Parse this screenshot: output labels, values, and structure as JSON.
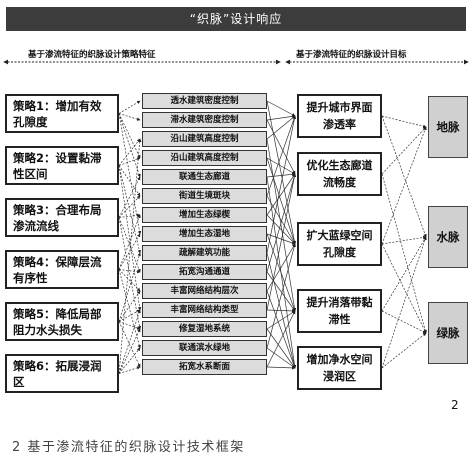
{
  "title": "“织脉”设计响应",
  "header_left": "基于渗流特征的织脉设计策略特征",
  "header_right": "基于渗流特征的织脉设计目标",
  "strategies": [
    "策略1：增加有效孔隙度",
    "策略2：设置黏滞性区间",
    "策略3：合理布局渗流流线",
    "策略4：保障层流有序性",
    "策略5：降低局部阻力水头损失",
    "策略6：拓展浸润区"
  ],
  "measures": [
    "透水建筑密度控制",
    "滞水建筑密度控制",
    "沿山建筑高度控制",
    "沿山建筑高度控制",
    "联通生态廊道",
    "街道生境斑块",
    "增加生态绿楔",
    "增加生态湿地",
    "疏解建筑功能",
    "拓宽沟通通道",
    "丰富网络结构层次",
    "丰富网络结构类型",
    "修复湿地系统",
    "联通滨水绿地",
    "拓宽水系断面"
  ],
  "goals": [
    "提升城市界面渗透率",
    "优化生态廊道流畅度",
    "扩大蓝绿空间孔隙度",
    "提升消落带黏滞性",
    "增加净水空间浸润区"
  ],
  "veins": [
    "地脉",
    "水脉",
    "绿脉"
  ],
  "page_number": "2",
  "caption": "2 基于渗流特征的织脉设计技术框架",
  "colors": {
    "title_bg": "#3c3c3c",
    "measure_bg": "#dcdcdc",
    "vein_bg": "#d0d0d0",
    "line": "#333333"
  }
}
